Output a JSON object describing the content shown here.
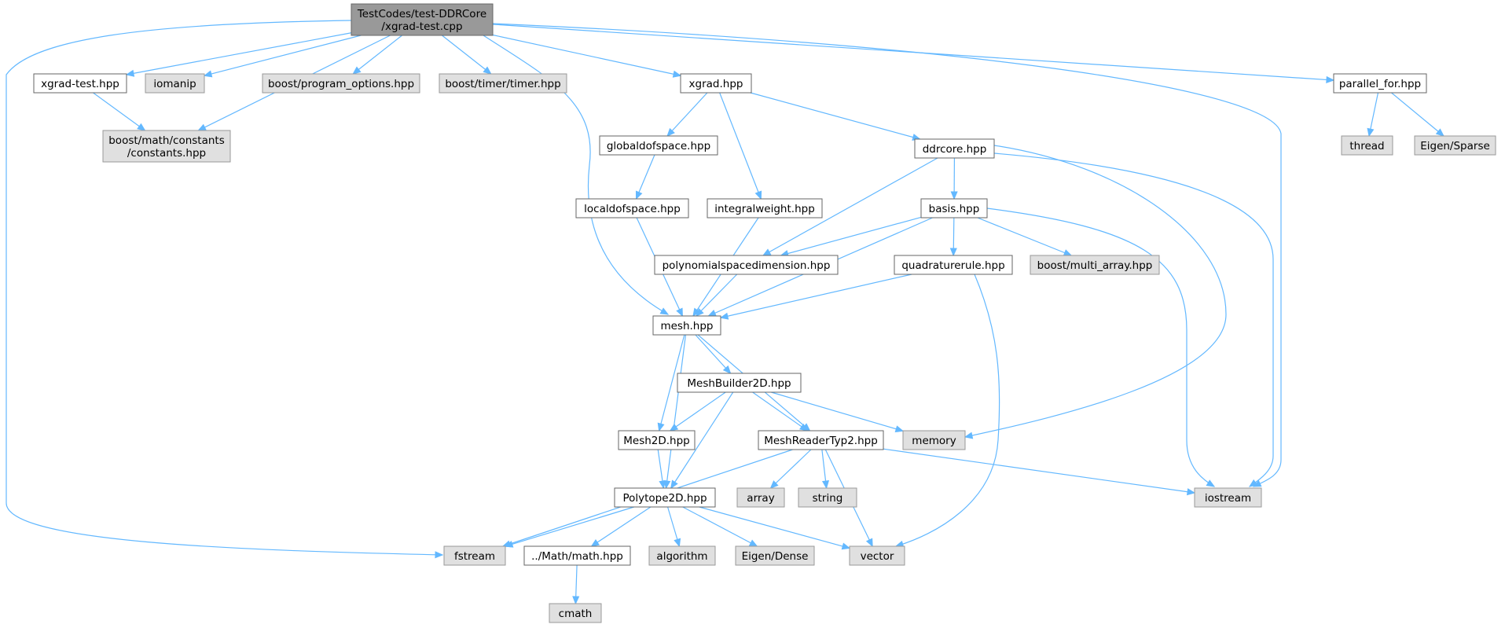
{
  "colors": {
    "edge": "#63b8ff",
    "root_fill": "#999999",
    "local_fill": "#ffffff",
    "system_fill": "#e0e0e0",
    "border_dark": "#666666",
    "border_light": "#999999"
  },
  "nodes": {
    "root": [
      "TestCodes/test-DDRCore",
      "/xgrad-test.cpp"
    ],
    "xgrad_test_hpp": [
      "xgrad-test.hpp"
    ],
    "iomanip": [
      "iomanip"
    ],
    "program_options": [
      "boost/program_options.hpp"
    ],
    "timer": [
      "boost/timer/timer.hpp"
    ],
    "xgrad_hpp": [
      "xgrad.hpp"
    ],
    "parallel_for": [
      "parallel_for.hpp"
    ],
    "constants": [
      "boost/math/constants",
      "/constants.hpp"
    ],
    "thread": [
      "thread"
    ],
    "eigen_sparse": [
      "Eigen/Sparse"
    ],
    "globaldofspace": [
      "globaldofspace.hpp"
    ],
    "ddrcore": [
      "ddrcore.hpp"
    ],
    "localdofspace": [
      "localdofspace.hpp"
    ],
    "integralweight": [
      "integralweight.hpp"
    ],
    "basis": [
      "basis.hpp"
    ],
    "polyspacedim": [
      "polynomialspacedimension.hpp"
    ],
    "quadrule": [
      "quadraturerule.hpp"
    ],
    "multi_array": [
      "boost/multi_array.hpp"
    ],
    "mesh": [
      "mesh.hpp"
    ],
    "meshbuilder": [
      "MeshBuilder2D.hpp"
    ],
    "memory": [
      "memory"
    ],
    "mesh2d": [
      "Mesh2D.hpp"
    ],
    "meshreader": [
      "MeshReaderTyp2.hpp"
    ],
    "iostream": [
      "iostream"
    ],
    "array": [
      "array"
    ],
    "string": [
      "string"
    ],
    "polytope": [
      "Polytope2D.hpp"
    ],
    "fstream": [
      "fstream"
    ],
    "math": [
      "../Math/math.hpp"
    ],
    "algorithm": [
      "algorithm"
    ],
    "eigen_dense": [
      "Eigen/Dense"
    ],
    "vector": [
      "vector"
    ],
    "cmath": [
      "cmath"
    ]
  },
  "node_kinds": {
    "root": "root",
    "xgrad_test_hpp": "local",
    "xgrad_hpp": "local",
    "parallel_for": "local",
    "globaldofspace": "local",
    "ddrcore": "local",
    "localdofspace": "local",
    "integralweight": "local",
    "basis": "local",
    "polyspacedim": "local",
    "quadrule": "local",
    "mesh": "local",
    "meshbuilder": "local",
    "mesh2d": "local",
    "meshreader": "local",
    "polytope": "local",
    "math": "local",
    "iomanip": "system",
    "program_options": "system",
    "timer": "system",
    "constants": "system",
    "thread": "system",
    "eigen_sparse": "system",
    "multi_array": "system",
    "memory": "system",
    "iostream": "system",
    "array": "system",
    "string": "system",
    "fstream": "system",
    "algorithm": "system",
    "eigen_dense": "system",
    "vector": "system",
    "cmath": "system"
  },
  "edges": [
    [
      "root",
      "xgrad_test_hpp"
    ],
    [
      "root",
      "iomanip"
    ],
    [
      "root",
      "program_options"
    ],
    [
      "root",
      "timer"
    ],
    [
      "root",
      "xgrad_hpp"
    ],
    [
      "root",
      "parallel_for"
    ],
    [
      "root",
      "constants"
    ],
    [
      "root",
      "mesh"
    ],
    [
      "root",
      "iostream"
    ],
    [
      "root",
      "fstream"
    ],
    [
      "xgrad_test_hpp",
      "constants"
    ],
    [
      "parallel_for",
      "thread"
    ],
    [
      "parallel_for",
      "eigen_sparse"
    ],
    [
      "xgrad_hpp",
      "globaldofspace"
    ],
    [
      "xgrad_hpp",
      "integralweight"
    ],
    [
      "xgrad_hpp",
      "ddrcore"
    ],
    [
      "globaldofspace",
      "localdofspace"
    ],
    [
      "localdofspace",
      "mesh"
    ],
    [
      "integralweight",
      "mesh"
    ],
    [
      "ddrcore",
      "basis"
    ],
    [
      "ddrcore",
      "polyspacedim"
    ],
    [
      "ddrcore",
      "memory"
    ],
    [
      "ddrcore",
      "iostream"
    ],
    [
      "basis",
      "polyspacedim"
    ],
    [
      "basis",
      "quadrule"
    ],
    [
      "basis",
      "multi_array"
    ],
    [
      "basis",
      "mesh"
    ],
    [
      "basis",
      "iostream"
    ],
    [
      "polyspacedim",
      "mesh"
    ],
    [
      "quadrule",
      "mesh"
    ],
    [
      "quadrule",
      "vector"
    ],
    [
      "mesh",
      "meshbuilder"
    ],
    [
      "mesh",
      "mesh2d"
    ],
    [
      "mesh",
      "meshreader"
    ],
    [
      "mesh",
      "polytope"
    ],
    [
      "meshbuilder",
      "mesh2d"
    ],
    [
      "meshbuilder",
      "meshreader"
    ],
    [
      "meshbuilder",
      "memory"
    ],
    [
      "meshbuilder",
      "polytope"
    ],
    [
      "mesh2d",
      "polytope"
    ],
    [
      "meshreader",
      "array"
    ],
    [
      "meshreader",
      "string"
    ],
    [
      "meshreader",
      "vector"
    ],
    [
      "meshreader",
      "iostream"
    ],
    [
      "meshreader",
      "fstream"
    ],
    [
      "polytope",
      "fstream"
    ],
    [
      "polytope",
      "math"
    ],
    [
      "polytope",
      "algorithm"
    ],
    [
      "polytope",
      "eigen_dense"
    ],
    [
      "polytope",
      "vector"
    ],
    [
      "math",
      "cmath"
    ]
  ]
}
